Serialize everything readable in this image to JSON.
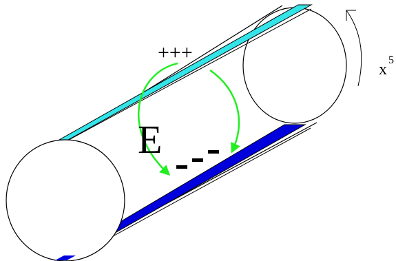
{
  "diagram": {
    "plus_charges": "+++",
    "minus_charges": "- - -",
    "field_label": "E",
    "axis_label": "x",
    "axis_superscript": "5"
  },
  "colors": {
    "upper_stripe": "#33e4e8",
    "lower_stripe": "#0000dd",
    "field_arrows": "#22ee22",
    "outline": "#000000"
  }
}
